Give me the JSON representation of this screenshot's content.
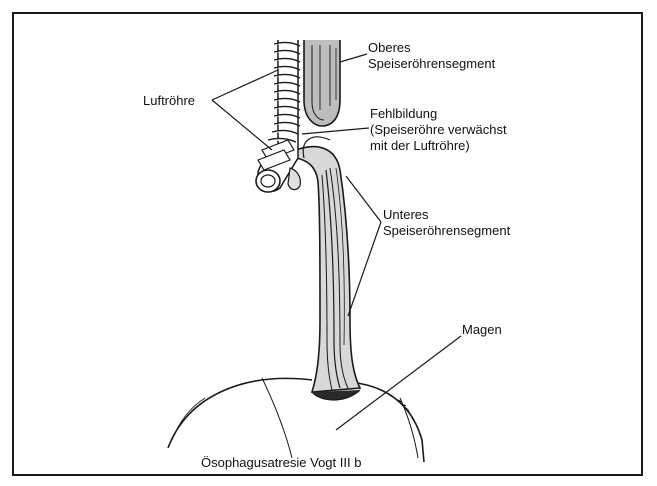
{
  "labels": {
    "luftroehre": "Luftröhre",
    "oberes": [
      "Oberes",
      "Speiseröhrensegment"
    ],
    "fehlbildung": [
      "Fehlbildung",
      "(Speiseröhre verwächst",
      "mit der Luftröhre)"
    ],
    "unteres": [
      "Unteres",
      "Speiseröhrensegment"
    ],
    "magen": "Magen",
    "caption": "Ösophagusatresie Vogt III b"
  },
  "colors": {
    "ink": "#1a1a1a",
    "background": "#ffffff"
  }
}
